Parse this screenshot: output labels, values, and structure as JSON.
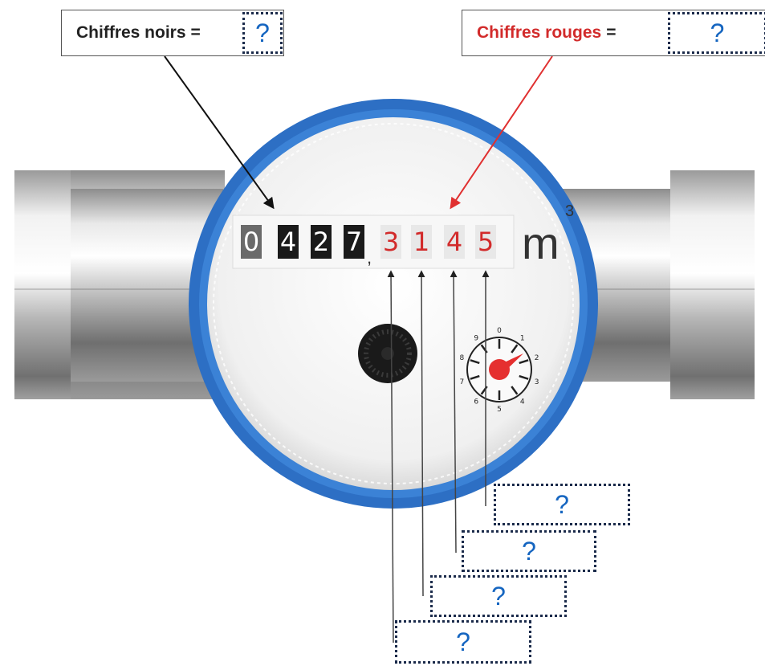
{
  "labels": {
    "black": {
      "text": "Chiffres noirs",
      "equals": "=",
      "answer": "?"
    },
    "red": {
      "text": "Chiffres rouges",
      "equals": "=",
      "answer": "?"
    }
  },
  "meter": {
    "black_digits": [
      "0",
      "4",
      "2",
      "7"
    ],
    "comma": ",",
    "red_digits": [
      "3",
      "1",
      "4",
      "5"
    ],
    "unit": "m",
    "unit_exponent": "3",
    "dial_numbers": [
      "0",
      "1",
      "2",
      "3",
      "4",
      "5",
      "6",
      "7",
      "8",
      "9"
    ]
  },
  "digit_answers": [
    "?",
    "?",
    "?",
    "?"
  ],
  "colors": {
    "black_label": "#222222",
    "red_label": "#d22b2b",
    "question_mark": "#1565c0",
    "ring": "#2d6fc4",
    "red_arrow": "#e03030"
  }
}
